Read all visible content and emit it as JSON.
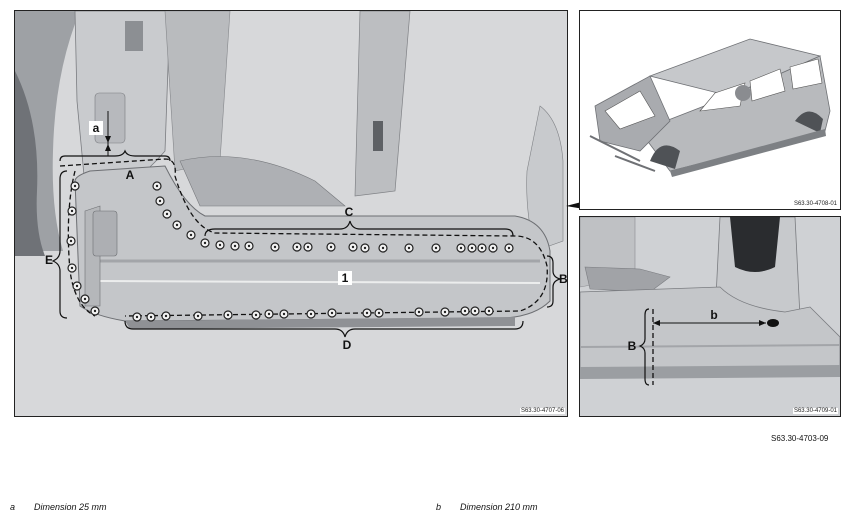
{
  "main_view": {
    "figure_code": "S63.30-4707-06",
    "labels": {
      "a": "a",
      "A": "A",
      "B": "B",
      "C": "C",
      "D": "D",
      "E": "E",
      "part_1": "1"
    }
  },
  "top_right_view": {
    "figure_code": "S63.30-4708-01"
  },
  "bottom_right_view": {
    "figure_code": "S63.30-4709-01",
    "labels": {
      "b": "b",
      "B": "B"
    }
  },
  "overall_figure_code": "S63.30-4703-09",
  "legend": [
    {
      "key": "a",
      "text": "Dimension 25 mm"
    },
    {
      "key": "b",
      "text": "Dimension 210 mm"
    }
  ],
  "colors": {
    "panel_background": "#d7d8da",
    "body_metal": "#c4c6c9",
    "line": "#111111"
  }
}
